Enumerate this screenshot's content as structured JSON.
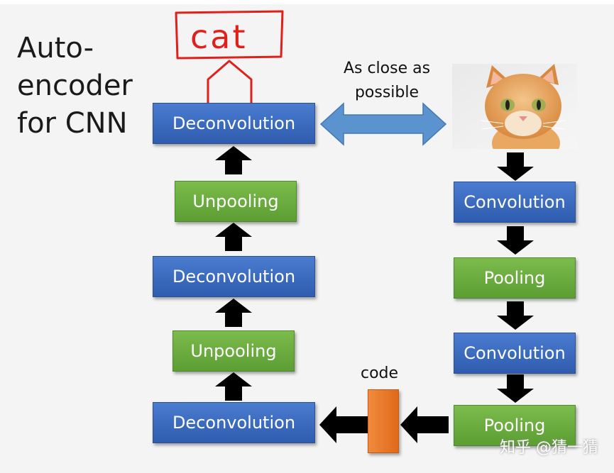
{
  "title_lines": [
    "Auto-",
    "encoder",
    "for CNN"
  ],
  "annotation": "cat",
  "compare_label_line1": "As close as",
  "compare_label_line2": "possible",
  "code_label": "code",
  "decoder": [
    "Deconvolution",
    "Unpooling",
    "Deconvolution",
    "Unpooling",
    "Deconvolution"
  ],
  "encoder": [
    "Convolution",
    "Pooling",
    "Convolution",
    "Pooling"
  ],
  "watermark": "知乎 @猜一猜",
  "colors": {
    "blue": "#3a68bd",
    "green": "#6aab3e",
    "code": "#e8752a",
    "double_arrow": "#5b93cf",
    "red_ink": "#e0201b"
  }
}
